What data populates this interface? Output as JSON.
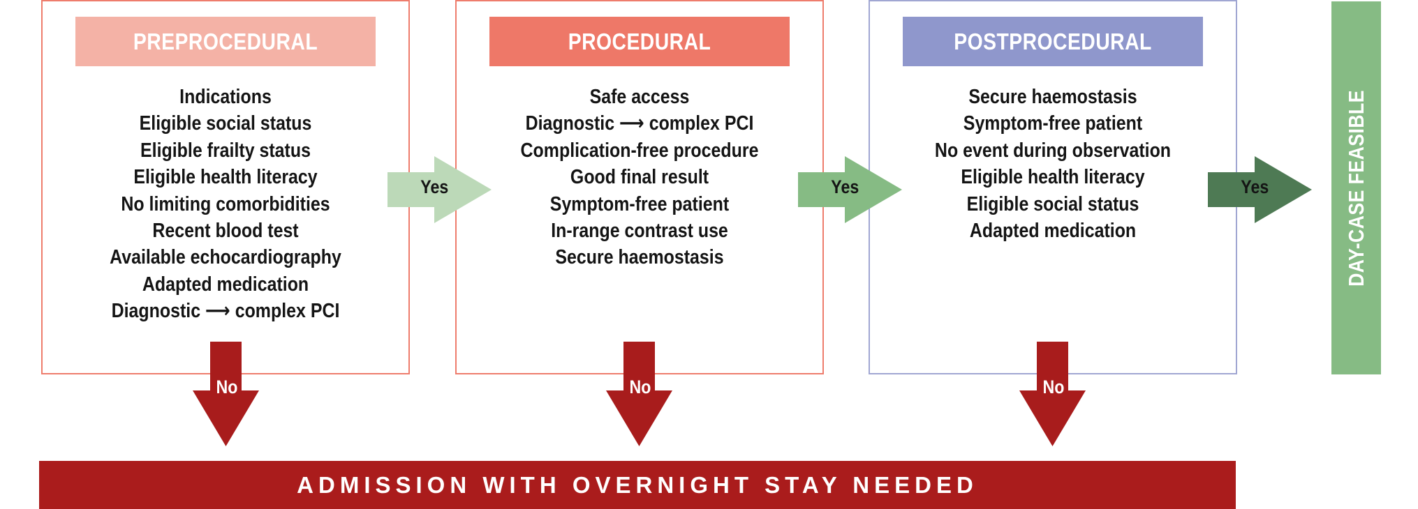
{
  "colors": {
    "pre_border": "#ee7c6c",
    "pre_header": "#f4b2a6",
    "proc_border": "#ee7c6c",
    "proc_header": "#ee7868",
    "post_border": "#a0a6d2",
    "post_header": "#8f97cc",
    "yes_arrow_1": "#bcd9b8",
    "yes_arrow_2": "#86bb84",
    "yes_arrow_3": "#4e7a54",
    "no_arrow": "#a81c1c",
    "admission": "#aa1c1c",
    "day_case": "#86bb84"
  },
  "stages": [
    {
      "title": "PREPROCEDURAL",
      "criteria": [
        "Indications",
        "Eligible social status",
        "Eligible frailty status",
        "Eligible health literacy",
        "No limiting comorbidities",
        "Recent blood test",
        "Available echocardiography",
        "Adapted medication",
        "Diagnostic ⟶ complex PCI"
      ]
    },
    {
      "title": "PROCEDURAL",
      "criteria": [
        "Safe access",
        "Diagnostic ⟶ complex PCI",
        "Complication-free procedure",
        "Good final result",
        "Symptom-free patient",
        "In-range contrast use",
        "Secure haemostasis"
      ]
    },
    {
      "title": "POSTPROCEDURAL",
      "criteria": [
        "Secure haemostasis",
        "Symptom-free patient",
        "No event during observation",
        "Eligible health literacy",
        "Eligible social status",
        "Adapted medication"
      ]
    }
  ],
  "yes_label": "Yes",
  "no_label": "No",
  "admission_label": "ADMISSION WITH OVERNIGHT STAY NEEDED",
  "day_case_label": "DAY-CASE FEASIBLE"
}
